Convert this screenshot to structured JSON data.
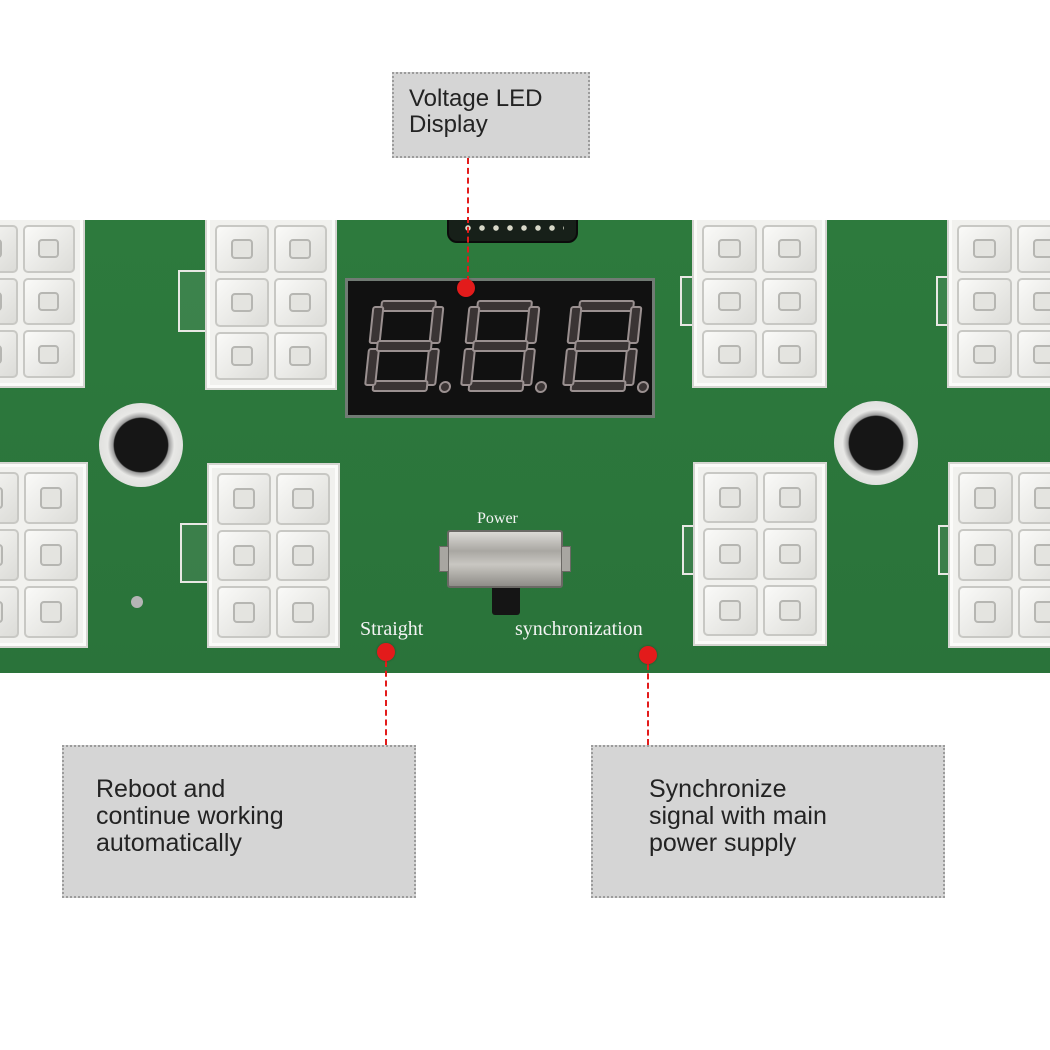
{
  "colors": {
    "pcb": "#2d7a3d",
    "callout_background": "#d5d5d5",
    "marker": "#e31b1b"
  },
  "callouts": {
    "led_display": {
      "lines": [
        "Voltage LED",
        "Display"
      ]
    },
    "straight": {
      "lines": [
        "Reboot and",
        "continue working",
        "automatically"
      ]
    },
    "synchronization": {
      "lines": [
        "Synchronize",
        "signal with main",
        "power supply"
      ]
    }
  },
  "board_labels": {
    "power": "Power",
    "straight": "Straight",
    "synchronization": "synchronization"
  }
}
